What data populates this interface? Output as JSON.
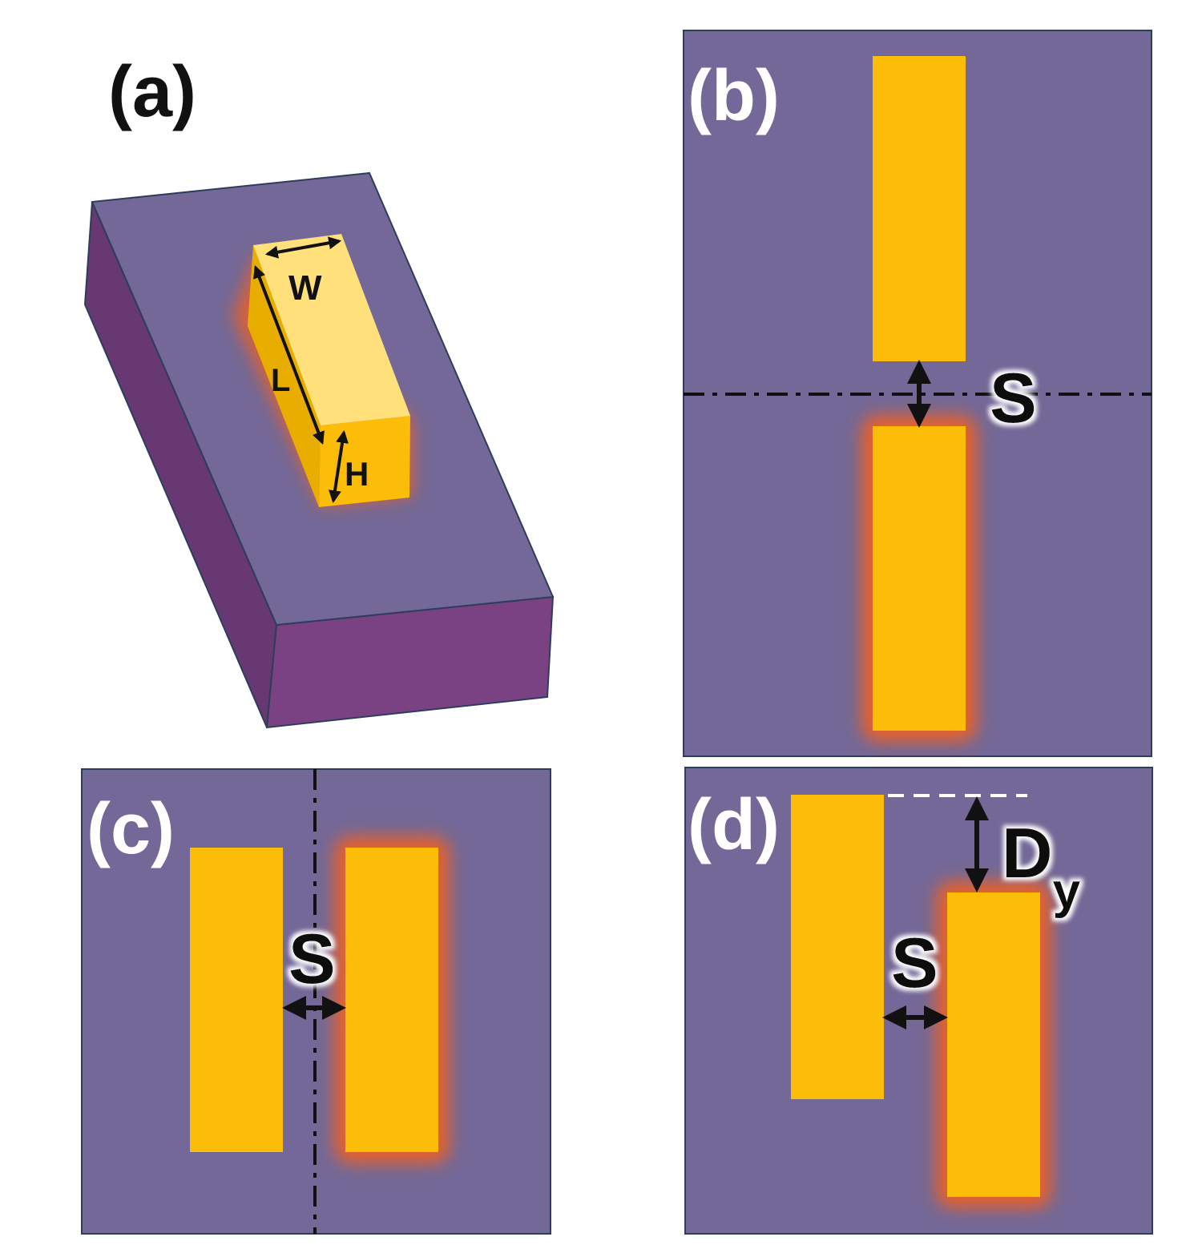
{
  "colors": {
    "substrate_top": "#736897",
    "substrate_side_left": "#673872",
    "substrate_side_front": "#7b4283",
    "gold": "#fbbd08",
    "gold_top": "#ffe07a",
    "gold_side": "#e9ad00",
    "glow": "#e8602a",
    "edge": "#2e3d5c",
    "label_dark": "#111111",
    "label_light": "#ffffff"
  },
  "panel_a": {
    "label": "(a)",
    "dim_w": "W",
    "dim_l": "L",
    "dim_h": "H"
  },
  "panel_b": {
    "label": "(b)",
    "dim_s": "S"
  },
  "panel_c": {
    "label": "(c)",
    "dim_s": "S"
  },
  "panel_d": {
    "label": "(d)",
    "dim_s": "S",
    "dim_d": "D",
    "dim_d_sub": "y"
  }
}
